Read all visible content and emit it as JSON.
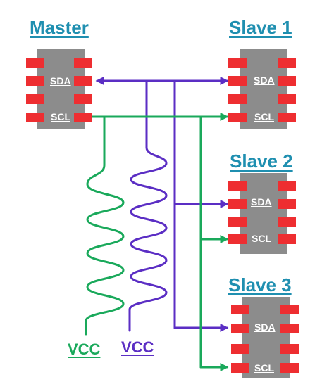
{
  "master": {
    "title": "Master",
    "pins": [
      "SDA",
      "SCL"
    ]
  },
  "slaves": [
    {
      "title": "Slave 1",
      "pins": [
        "SDA",
        "SCL"
      ]
    },
    {
      "title": "Slave 2",
      "pins": [
        "SDA",
        "SCL"
      ]
    },
    {
      "title": "Slave 3",
      "pins": [
        "SDA",
        "SCL"
      ]
    }
  ],
  "vcc": [
    {
      "label": "VCC",
      "color": "#1aa95b"
    },
    {
      "label": "VCC",
      "color": "#5b2ec4"
    }
  ],
  "colors": {
    "title": "#1f8fb0",
    "chip_body": "#8c8c8c",
    "pin": "#ee2e31",
    "sda_line": "#5b2ec4",
    "scl_line": "#1aa95b"
  }
}
